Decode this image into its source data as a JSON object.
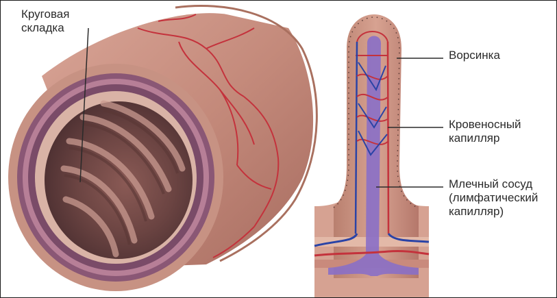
{
  "labels": {
    "circular_fold": [
      "Круговая",
      "складка"
    ],
    "villus": [
      "Ворсинка"
    ],
    "blood_capillary": [
      "Кровеносный",
      "капилляр"
    ],
    "lacteal": [
      "Млечный сосуд",
      "(лимфатический",
      "капилляр)"
    ]
  },
  "colors": {
    "tissue_outer": "#c98f80",
    "tissue_inner": "#b27568",
    "mucosa_band": "#7f4d6b",
    "lumen_dark": "#5a3a3a",
    "artery_red": "#c4323c",
    "lymph_purple": "#8a6fc7",
    "vein_blue": "#2a43a6",
    "leader_line": "#2a2a2a"
  }
}
